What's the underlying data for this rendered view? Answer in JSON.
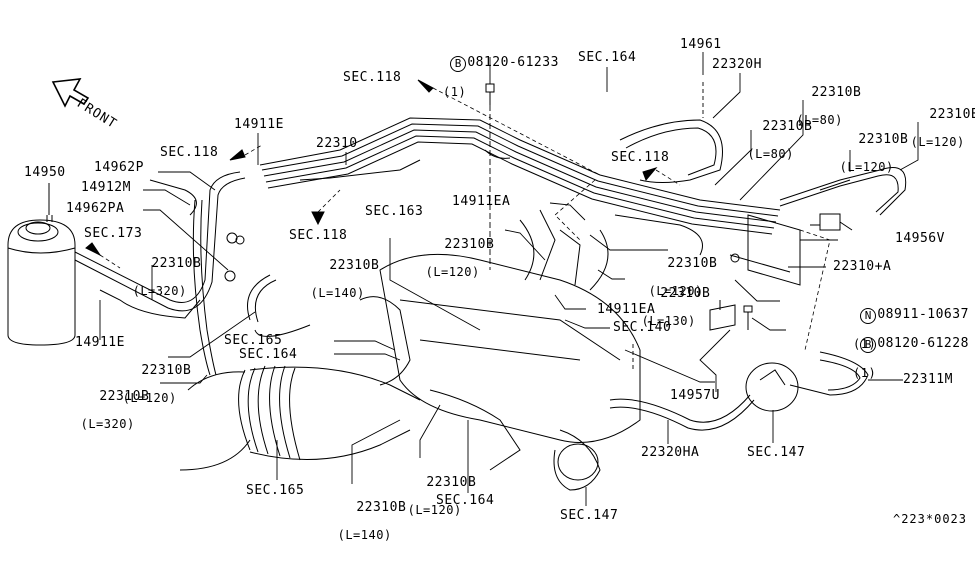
{
  "diagram": {
    "orientation_label": "FRONT",
    "drawing_code": "^223*0023",
    "callouts": {
      "bolt_top": {
        "prefix": "B",
        "part": "08120-61233",
        "qty": "(1)"
      },
      "sec164_top": "SEC.164",
      "p14961": "14961",
      "p22320H": "22320H",
      "p22310B_80a": {
        "part": "22310B",
        "len": "(L=80)"
      },
      "p22310B_80b": {
        "part": "22310B",
        "len": "(L=80)"
      },
      "p22310B_120_tr": {
        "part": "22310B",
        "len": "(L=120)"
      },
      "p22310B_120_tm": {
        "part": "22310B",
        "len": "(L=120)"
      },
      "sec118_top": "SEC.118",
      "sec118_left": "SEC.118",
      "sec118_mid": "SEC.118",
      "sec118_right": "SEC.118",
      "p22310": "22310",
      "p14911E_top": "14911E",
      "p14950": "14950",
      "p14962P": "14962P",
      "p14912M": "14912M",
      "p14962PA": "14962PA",
      "sec173": "SEC.173",
      "p22310B_320a": {
        "part": "22310B",
        "len": "(L=320)"
      },
      "p14911E_bot": "14911E",
      "p22310B_120_left": {
        "part": "22310B",
        "len": "(L=120)"
      },
      "p22310B_320b": {
        "part": "22310B",
        "len": "(L=320)"
      },
      "p22310B_140a": {
        "part": "22310B",
        "len": "(L=140)"
      },
      "sec163": "SEC.163",
      "p14911EA_top": "14911EA",
      "p22310B_120_mid": {
        "part": "22310B",
        "len": "(L=120)"
      },
      "p22310B_120_mr": {
        "part": "22310B",
        "len": "(L=120)"
      },
      "p22310B_130": {
        "part": "22310B",
        "len": "(L=130)"
      },
      "p14911EA_bot": "14911EA",
      "sec140": "SEC.140",
      "sec165_mid": "SEC.165",
      "sec164_mid": "SEC.164",
      "p14956V": "14956V",
      "p22310A": "22310+A",
      "nut": {
        "prefix": "N",
        "part": "08911-10637",
        "qty": "(1)"
      },
      "bolt_right": {
        "prefix": "B",
        "part": "08120-61228",
        "qty": "(1)"
      },
      "p22311M": "22311M",
      "p14957U": "14957U",
      "sec147_right": "SEC.147",
      "p22320HA": "22320HA",
      "sec165_bot": "SEC.165",
      "p22310B_140b": {
        "part": "22310B",
        "len": "(L=140)"
      },
      "p22310B_120_bot": {
        "part": "22310B",
        "len": "(L=120)"
      },
      "sec164_bot": "SEC.164",
      "sec147_bot": "SEC.147"
    }
  }
}
